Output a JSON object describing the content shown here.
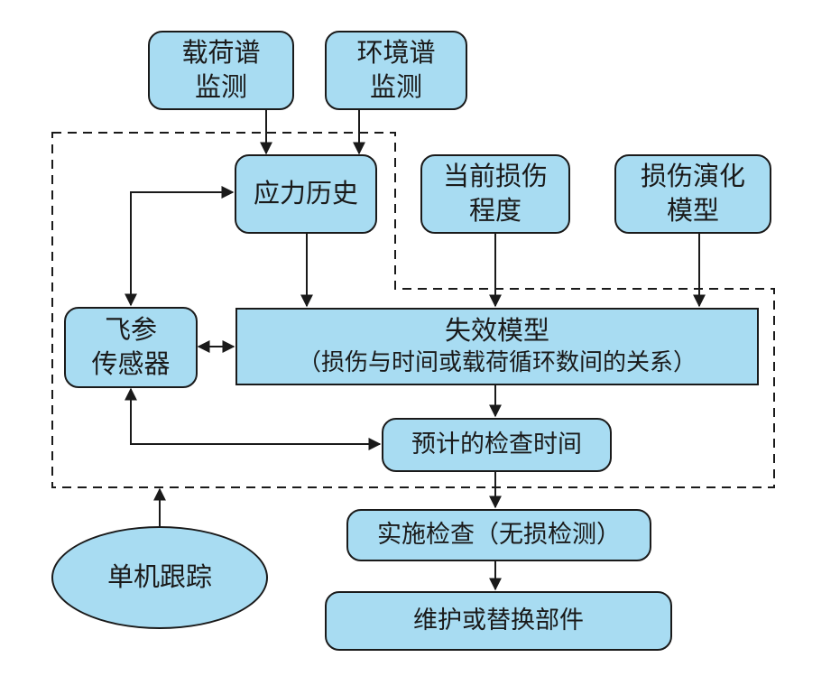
{
  "nodes": {
    "load_spectrum": [
      "载荷谱",
      "监测"
    ],
    "env_spectrum": [
      "环境谱",
      "监测"
    ],
    "stress_history": [
      "应力历史"
    ],
    "current_damage": [
      "当前损伤",
      "程度"
    ],
    "damage_model": [
      "损伤演化",
      "模型"
    ],
    "flight_sensor": [
      "飞参",
      "传感器"
    ],
    "failure_model": [
      "失效模型",
      "（损伤与时间或载荷循环数间的关系）"
    ],
    "predicted_time": [
      "预计的检查时间"
    ],
    "inspection": [
      "实施检查（无损检测）"
    ],
    "maintenance": [
      "维护或替换部件"
    ],
    "tracking": [
      "单机跟踪"
    ]
  },
  "colors": {
    "fill": "#a8dcf2",
    "stroke": "#1a1a1a"
  }
}
